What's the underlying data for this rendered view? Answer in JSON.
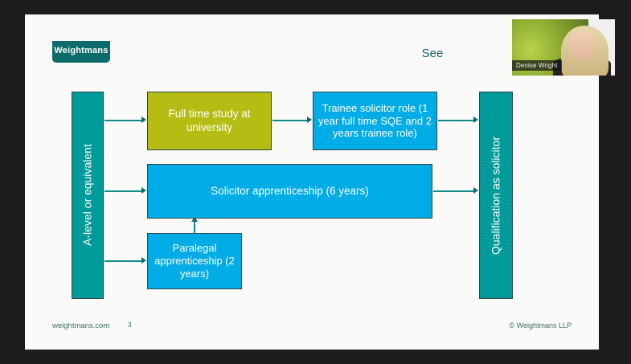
{
  "meta": {
    "brand_teal": "#0d6b6b",
    "box_teal": "#009a9a",
    "box_blue": "#00ace6",
    "box_olive": "#b5bd14",
    "slide_bg": "#fafaf8",
    "app_bg": "#1c1c1c"
  },
  "slide": {
    "logo_text": "Weightmans",
    "heading_visible_text": "See",
    "footer": {
      "website": "weightmans.com",
      "page_number": "3",
      "copyright": "© Weightmans LLP"
    }
  },
  "diagram": {
    "type": "flowchart",
    "boxes": [
      {
        "id": "alevel",
        "label": "A-level or equivalent",
        "color": "#009a9a",
        "orientation": "vertical"
      },
      {
        "id": "fulltime",
        "label": "Full time study at university",
        "color": "#b5bd14",
        "orientation": "horizontal"
      },
      {
        "id": "trainee",
        "label": "Trainee solicitor role (1 year full time SQE and 2 years trainee role)",
        "color": "#00ace6",
        "orientation": "horizontal"
      },
      {
        "id": "apprentice",
        "label": "Solicitor apprenticeship (6 years)",
        "color": "#00ace6",
        "orientation": "horizontal"
      },
      {
        "id": "paralegal",
        "label": "Paralegal apprenticeship (2 years)",
        "color": "#00ace6",
        "orientation": "horizontal"
      },
      {
        "id": "qualify",
        "label": "Qualification as solicitor",
        "color": "#009a9a",
        "orientation": "vertical"
      }
    ],
    "connectors": [
      {
        "from": "alevel",
        "to": "fulltime",
        "direction": "right"
      },
      {
        "from": "alevel",
        "to": "apprentice",
        "direction": "right"
      },
      {
        "from": "alevel",
        "to": "paralegal",
        "direction": "right"
      },
      {
        "from": "fulltime",
        "to": "trainee",
        "direction": "right"
      },
      {
        "from": "paralegal",
        "to": "apprentice",
        "direction": "up"
      },
      {
        "from": "trainee",
        "to": "qualify",
        "direction": "right"
      },
      {
        "from": "apprentice",
        "to": "qualify",
        "direction": "right"
      }
    ]
  },
  "video": {
    "participant_name": "Denise Wright"
  }
}
